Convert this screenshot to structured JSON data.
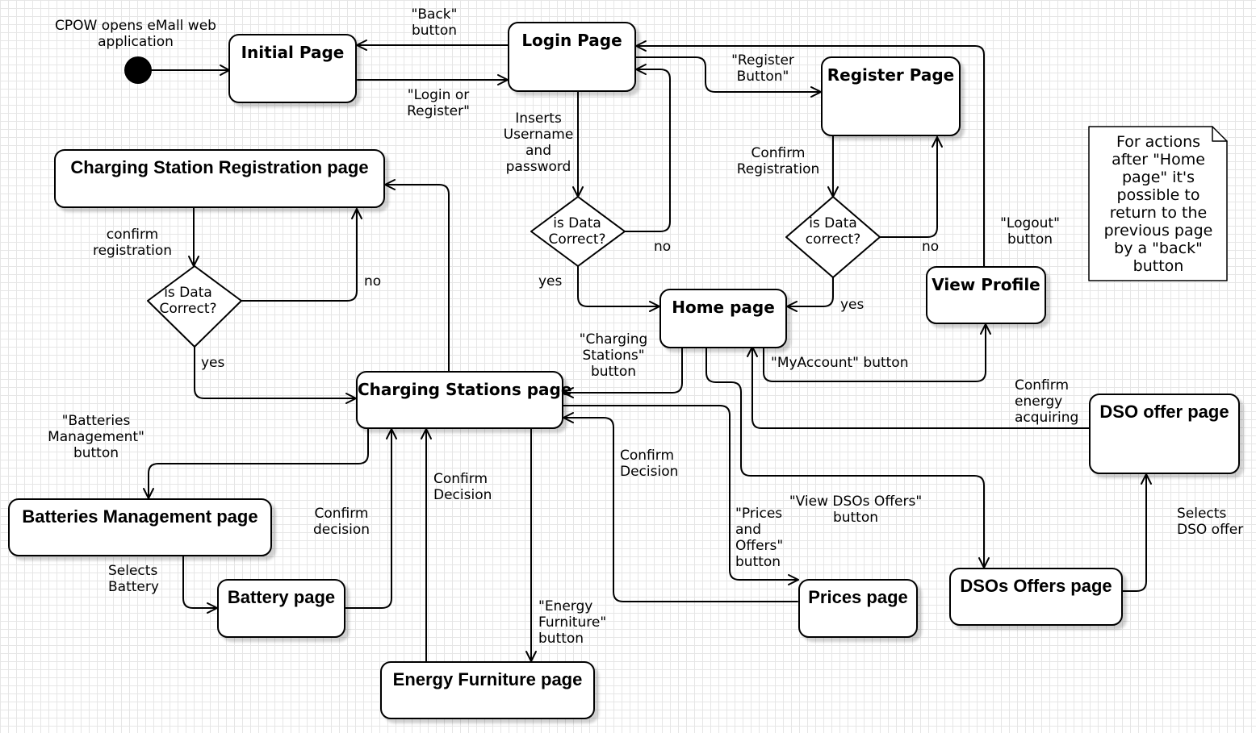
{
  "states": {
    "initial": "Initial Page",
    "login": "Login Page",
    "register": "Register Page",
    "home": "Home page",
    "view_profile": "View Profile",
    "cs_registration": "Charging Station Registration page",
    "charging_stations": "Charging Stations page",
    "batteries": "Batteries Management page",
    "battery": "Battery page",
    "energy_furniture": "Energy Furniture page",
    "prices": "Prices page",
    "dsos_offers": "DSOs Offers page",
    "dso_offer": "DSO offer page"
  },
  "decisions": {
    "login_check": "is Data\nCorrect?",
    "register_check": "is Data\ncorrect?",
    "cs_check": "is Data\nCorrect?"
  },
  "labels": {
    "start": "CPOW opens eMall web\napplication",
    "back_button": "\"Back\"\nbutton",
    "login_or_register": "\"Login or\nRegister\"",
    "register_button": "\"Register\nButton\"",
    "inserts": "Inserts\nUsername\nand\npassword",
    "confirm_registration": "Confirm\nRegistration",
    "login_no": "no",
    "login_yes": "yes",
    "register_no": "no",
    "register_yes": "yes",
    "logout": "\"Logout\"\nbutton",
    "myaccount": "\"MyAccount\" button",
    "charging_stations_button": "\"Charging\nStations\"\nbutton",
    "confirm_registration_cs": "confirm\nregistration",
    "cs_no": "no",
    "cs_yes": "yes",
    "batteries_button": "\"Batteries\nManagement\"\nbutton",
    "selects_battery": "Selects\nBattery",
    "confirm_decision_battery": "Confirm\ndecision",
    "confirm_decision_ef": "Confirm\nDecision",
    "energy_furniture_button": "\"Energy\nFurniture\"\nbutton",
    "confirm_decision_prices": "Confirm\nDecision",
    "prices_offers_button": "\"Prices\nand\nOffers\"\nbutton",
    "view_dsos_button": "\"View DSOs Offers\"\nbutton",
    "confirm_energy": "Confirm\nenergy\nacquiring",
    "selects_dso": "Selects\nDSO offer"
  },
  "note": "For actions\nafter \"Home\npage\" it's\npossible to\nreturn to the\nprevious page\nby a \"back\"\nbutton"
}
